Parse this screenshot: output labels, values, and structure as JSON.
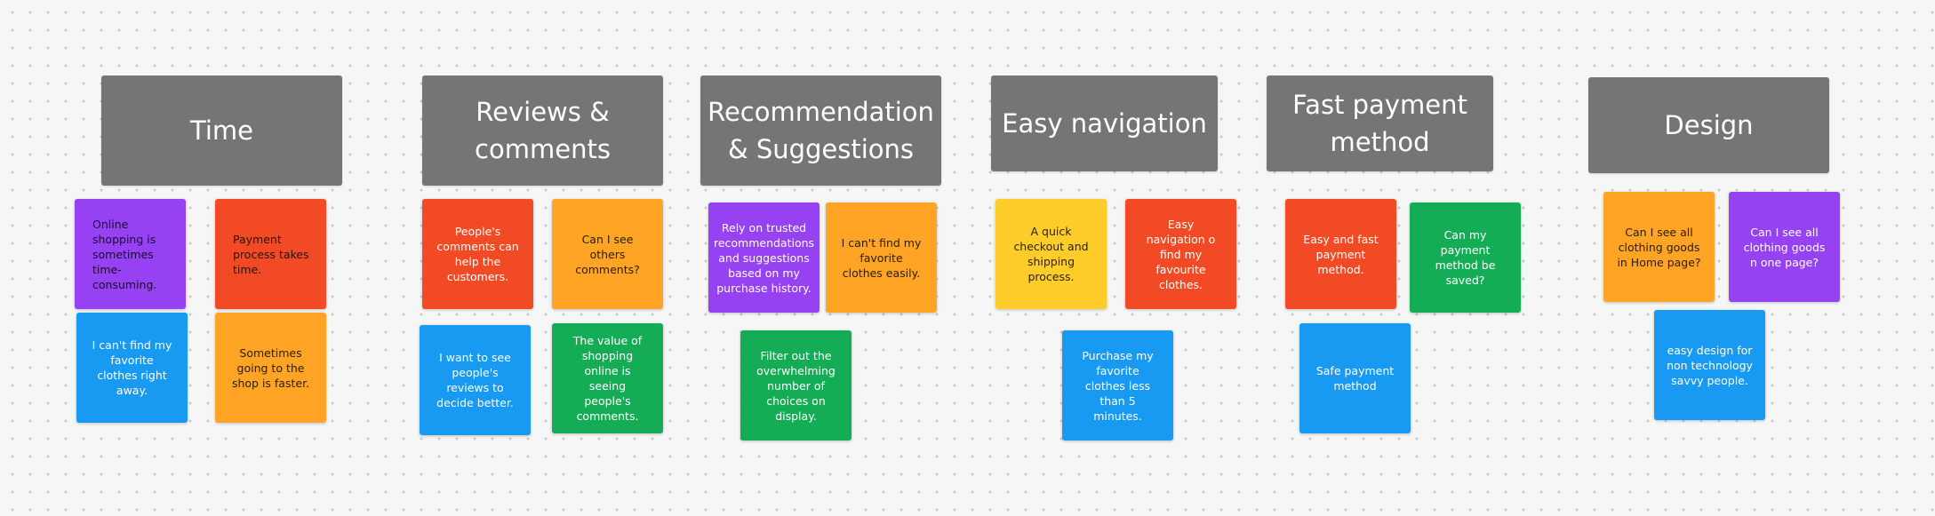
{
  "groups": [
    {
      "title": "Time",
      "notes": [
        "Online shopping is sometimes time-consuming.",
        "Payment process takes time.",
        "I can't find my favorite clothes right away.",
        "Sometimes going to the shop is faster."
      ]
    },
    {
      "title": "Reviews & comments",
      "notes": [
        "People's comments can help the customers.",
        "Can I see others comments?",
        "I want to see people's reviews to decide better.",
        "The value of shopping online is seeing people's comments."
      ]
    },
    {
      "title": "Recommendation & Suggestions",
      "notes": [
        "Rely on trusted recommendations and suggestions based on my purchase history.",
        "I can't find my favorite clothes easily.",
        "Filter out the overwhelming number of choices on display."
      ]
    },
    {
      "title": "Easy navigation",
      "notes": [
        "A quick checkout and shipping process.",
        "Easy navigation o find my favourite clothes.",
        "Purchase my favorite clothes less than 5 minutes."
      ]
    },
    {
      "title": "Fast payment method",
      "notes": [
        "Easy and fast payment method.",
        "Can my payment method be saved?",
        "Safe payment method"
      ]
    },
    {
      "title": "Design",
      "notes": [
        "Can I see all clothing goods in Home page?",
        "Can I see all clothing goods n one page?",
        "easy design for non technology savvy people."
      ]
    }
  ],
  "colors": {
    "header": "#757575",
    "purple": "#9642f2",
    "red": "#f24a24",
    "blue": "#1899f2",
    "orange": "#ffa424",
    "green": "#15ac56",
    "yellow": "#ffcd29",
    "canvas": "#f6f6f6"
  }
}
